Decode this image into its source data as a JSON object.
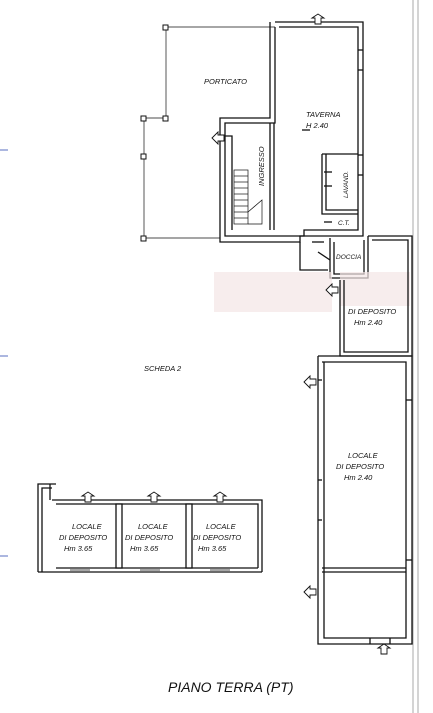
{
  "rooms": {
    "porticato": "PORTICATO",
    "taverna": "TAVERNA",
    "taverna_height": "H 2.40",
    "ingresso": "INGRESSO",
    "lavand": "LAVAND.",
    "ct": "C.T.",
    "doccia": "DOCCIA",
    "deposito_small": "DI DEPOSITO",
    "deposito_small_height": "Hm 2.40",
    "scheda": "SCHEDA 2",
    "locale_big_line1": "LOCALE",
    "locale_big_line2": "DI DEPOSITO",
    "locale_big_height": "Hm 2.40",
    "garages": [
      {
        "line1": "LOCALE",
        "line2": "DI DEPOSITO",
        "height": "Hm 3.65"
      },
      {
        "line1": "LOCALE",
        "line2": "DI DEPOSITO",
        "height": "Hm 3.65"
      },
      {
        "line1": "LOCALE",
        "line2": "DI DEPOSITO",
        "height": "Hm 3.65"
      }
    ]
  },
  "plan_title": "PIANO TERRA (PT)",
  "colors": {
    "wall": "#111111",
    "background": "#ffffff",
    "margin_tick": "#5a6fc0"
  }
}
